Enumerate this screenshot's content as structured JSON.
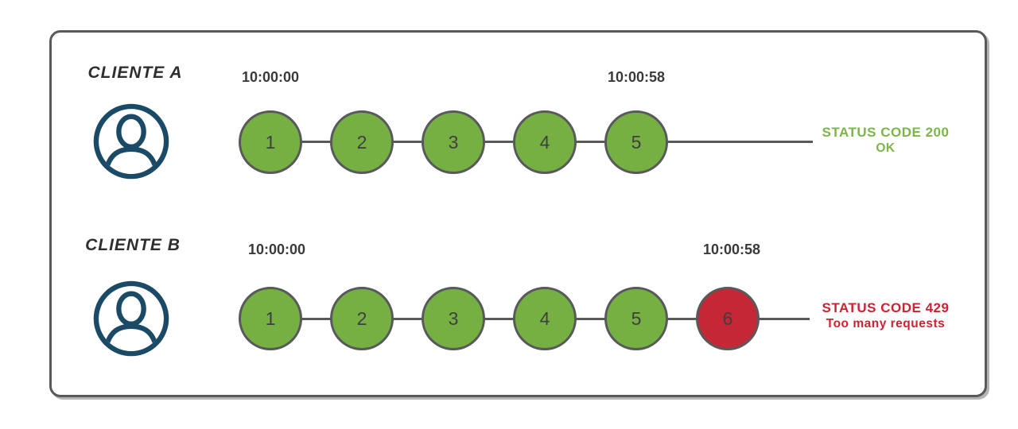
{
  "colors": {
    "ok_fill": "#76b043",
    "blocked_fill": "#c42735",
    "stroke": "#58595b",
    "ok_text": "#7ab648",
    "blocked_text": "#cf2230",
    "avatar": "#1b4a67",
    "dark_text": "#3a3a3c"
  },
  "icons": {
    "client": "user-avatar-icon"
  },
  "rows": [
    {
      "client": "CLIENTE A",
      "start_time": "10:00:00",
      "end_time": "10:00:58",
      "requests": [
        {
          "label": "1",
          "status": "ok"
        },
        {
          "label": "2",
          "status": "ok"
        },
        {
          "label": "3",
          "status": "ok"
        },
        {
          "label": "4",
          "status": "ok"
        },
        {
          "label": "5",
          "status": "ok"
        }
      ],
      "status": {
        "line1": "STATUS CODE 200",
        "line2": "OK",
        "color": "#7ab648"
      }
    },
    {
      "client": "CLIENTE B",
      "start_time": "10:00:00",
      "end_time": "10:00:58",
      "requests": [
        {
          "label": "1",
          "status": "ok"
        },
        {
          "label": "2",
          "status": "ok"
        },
        {
          "label": "3",
          "status": "ok"
        },
        {
          "label": "4",
          "status": "ok"
        },
        {
          "label": "5",
          "status": "ok"
        },
        {
          "label": "6",
          "status": "blocked"
        }
      ],
      "status": {
        "line1": "STATUS CODE 429",
        "line2": "Too many requests",
        "color": "#cf2230"
      }
    }
  ]
}
